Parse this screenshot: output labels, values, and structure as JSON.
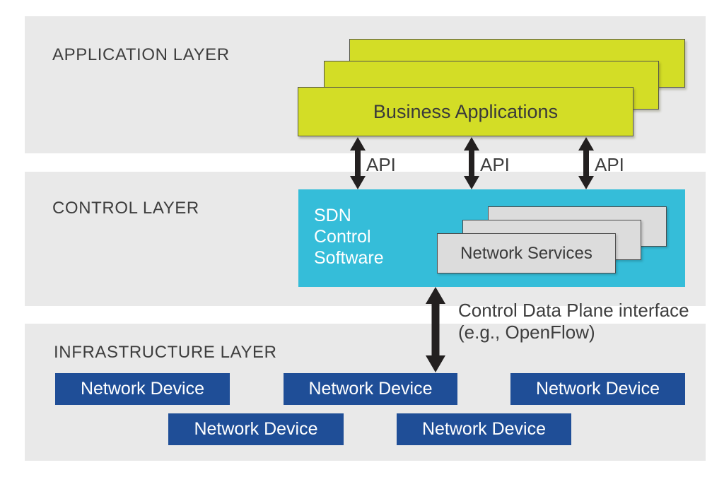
{
  "colors": {
    "band_bg": "#e9e9e9",
    "app_box": "#d3dd26",
    "control_box": "#35bdd9",
    "service_box": "#dcdcdc",
    "device_box": "#1f4e97",
    "arrow": "#232020",
    "heading_text": "#3e3e3e"
  },
  "layers": {
    "application": {
      "heading": "APPLICATION LAYER",
      "stack_label": "Business Applications",
      "stack_count": 3
    },
    "control": {
      "heading": "CONTROL LAYER",
      "controller_label_lines": [
        "SDN",
        "Control",
        "Software"
      ],
      "services_label": "Network Services",
      "services_count": 3
    },
    "infrastructure": {
      "heading": "INFRASTRUCTURE LAYER",
      "devices_row1": [
        "Network Device",
        "Network Device",
        "Network Device"
      ],
      "devices_row2": [
        "Network Device",
        "Network Device"
      ]
    }
  },
  "connectors": {
    "api_labels": [
      "API",
      "API",
      "API"
    ],
    "cdpi_label_line1": "Control Data Plane interface",
    "cdpi_label_line2": "(e.g., OpenFlow)"
  }
}
